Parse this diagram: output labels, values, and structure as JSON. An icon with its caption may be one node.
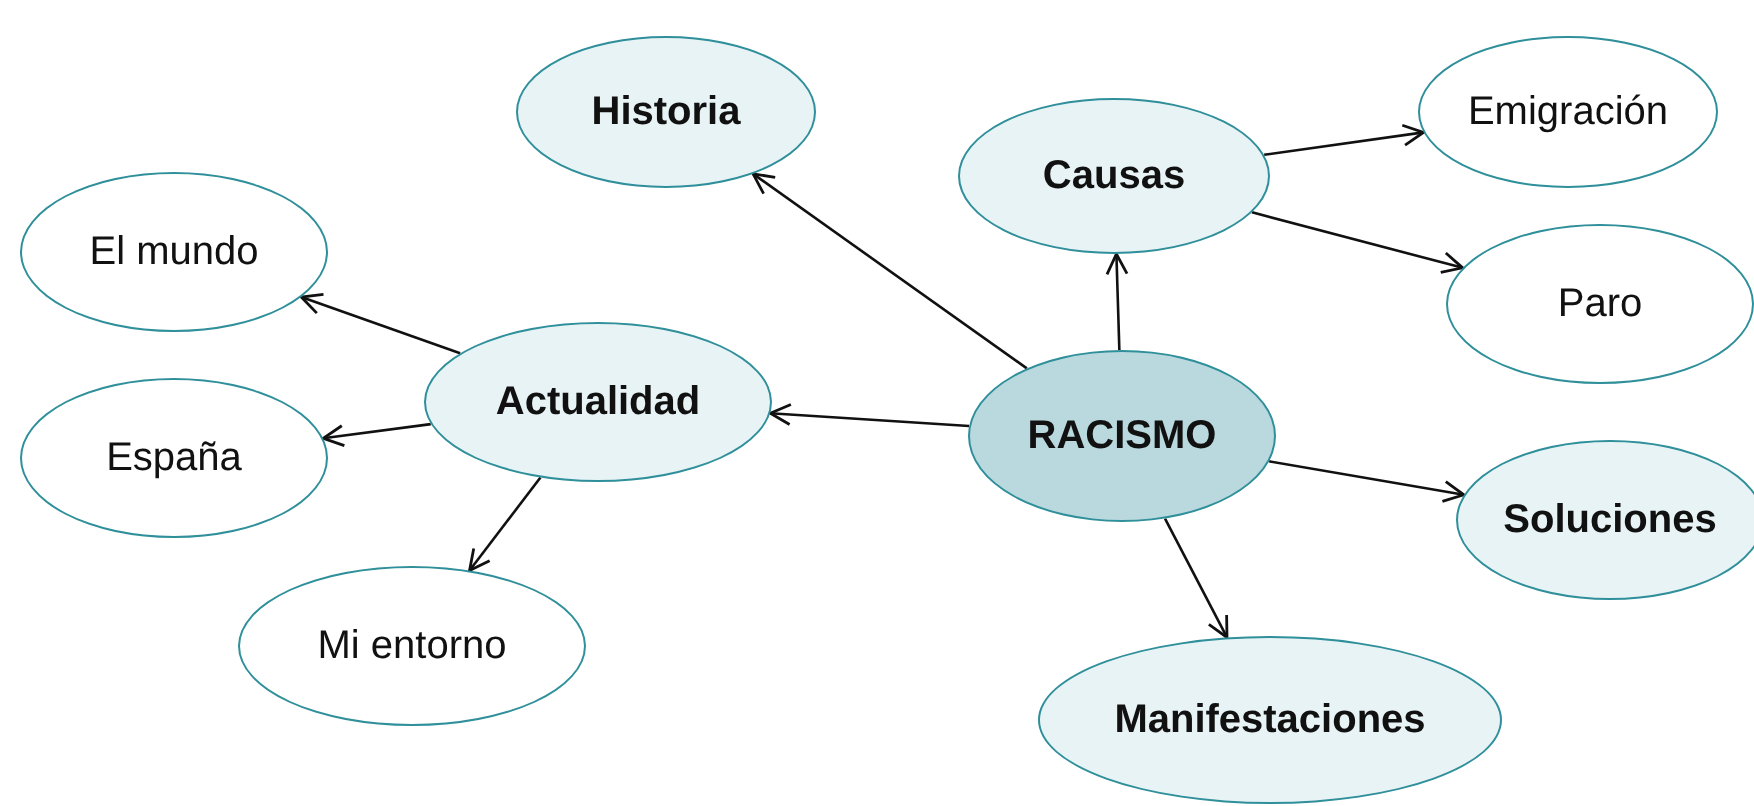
{
  "diagram": {
    "nodes": [
      {
        "text": [
          "Historia"
        ]
      },
      {
        "text": [
          "Causas"
        ]
      },
      {
        "text": [
          "Emigración"
        ]
      },
      {
        "text": [
          "El mundo"
        ]
      },
      {
        "text": [
          "Paro"
        ]
      },
      {
        "text": [
          "Actualidad"
        ]
      },
      {
        "text": [
          "RACISMO"
        ]
      },
      {
        "text": [
          "España"
        ]
      },
      {
        "text": [
          "Soluciones"
        ]
      },
      {
        "text": [
          "Mi entorno"
        ]
      },
      {
        "text": [
          "Manifestaciones"
        ]
      }
    ],
    "edges": [
      {
        "from": 6,
        "to": 0,
        "arrow": "to"
      },
      {
        "from": 6,
        "to": 1,
        "arrow": "to"
      },
      {
        "from": 1,
        "to": 2,
        "arrow": "to"
      },
      {
        "from": 1,
        "to": 4,
        "arrow": "to"
      },
      {
        "from": 6,
        "to": 5,
        "arrow": "to"
      },
      {
        "from": 5,
        "to": 3,
        "arrow": "to"
      },
      {
        "from": 5,
        "to": 7,
        "arrow": "to"
      },
      {
        "from": 5,
        "to": 9,
        "arrow": "to"
      },
      {
        "from": 6,
        "to": 8,
        "arrow": "to"
      },
      {
        "from": 6,
        "to": 10,
        "arrow": "to"
      }
    ]
  }
}
